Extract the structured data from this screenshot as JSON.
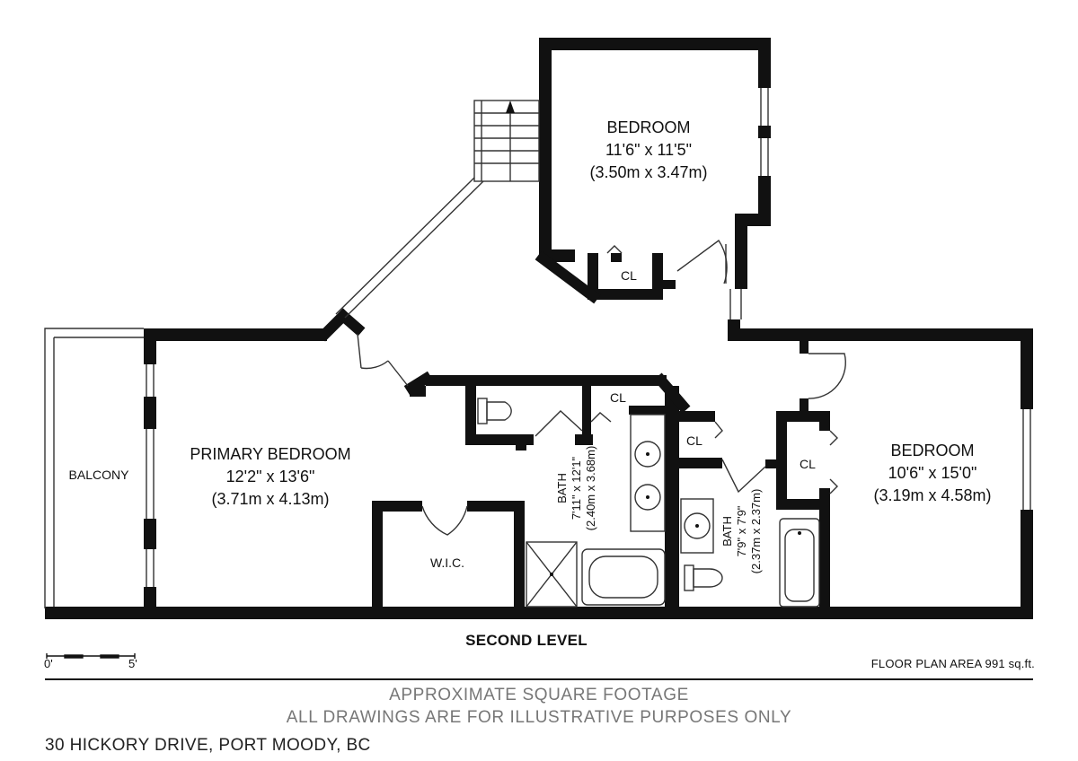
{
  "level_title": "SECOND LEVEL",
  "scale_bar": {
    "start_label": "0'",
    "end_label": "5'"
  },
  "floor_plan_area": "FLOOR PLAN AREA 991 sq.ft.",
  "disclaimer": {
    "line1": "APPROXIMATE SQUARE FOOTAGE",
    "line2": "ALL DRAWINGS ARE FOR ILLUSTRATIVE PURPOSES ONLY"
  },
  "address": "30 HICKORY DRIVE, PORT MOODY, BC",
  "rooms": {
    "bedroom_top": {
      "name": "BEDROOM",
      "dims_imperial": "11'6\" x 11'5\"",
      "dims_metric": "(3.50m x 3.47m)"
    },
    "primary_bedroom": {
      "name": "PRIMARY BEDROOM",
      "dims_imperial": "12'2\" x 13'6\"",
      "dims_metric": "(3.71m x 4.13m)"
    },
    "bedroom_right": {
      "name": "BEDROOM",
      "dims_imperial": "10'6\" x 15'0\"",
      "dims_metric": "(3.19m x 4.58m)"
    },
    "balcony": {
      "name": "BALCONY"
    },
    "wic": {
      "name": "W.I.C."
    },
    "bath_main": {
      "name": "BATH",
      "dims_imperial": "7'11\" x 12'1\"",
      "dims_metric": "(2.40m x 3.68m)"
    },
    "bath_second": {
      "name": "BATH",
      "dims_imperial": "7'9\" x 7'9\"",
      "dims_metric": "(2.37m x 2.37m)"
    },
    "closet_top": {
      "name": "CL"
    },
    "closet_bath": {
      "name": "CL"
    },
    "closet_hall": {
      "name": "CL"
    },
    "closet_right": {
      "name": "CL"
    }
  }
}
